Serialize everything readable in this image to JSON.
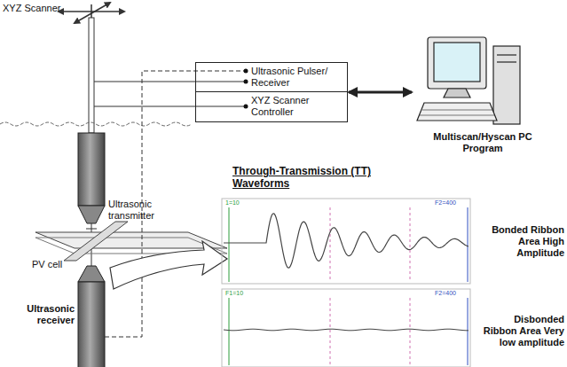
{
  "diagram": {
    "nodes": [
      {
        "text": [
          "Ultrasonic Pulser/ Receiver"
        ]
      },
      {
        "text": [
          "XYZ Scanner Controller"
        ]
      },
      {
        "text": [
          "Multiscan/Hyscan PC Program"
        ]
      }
    ],
    "edges": [
      {
        "from": 0,
        "to": 2,
        "arrow": "both"
      }
    ],
    "labels": [
      "XYZ Scanner",
      "Ultrasonic transmitter",
      "PV cell",
      "Ultrasonic receiver",
      "Through-Transmission (TT) Waveforms",
      "1=10",
      "F2=400",
      "Bonded Ribbon Area High Amplitude",
      "F1=10",
      "F2=400",
      "Disbonded Ribbon Area Very low amplitude"
    ]
  }
}
